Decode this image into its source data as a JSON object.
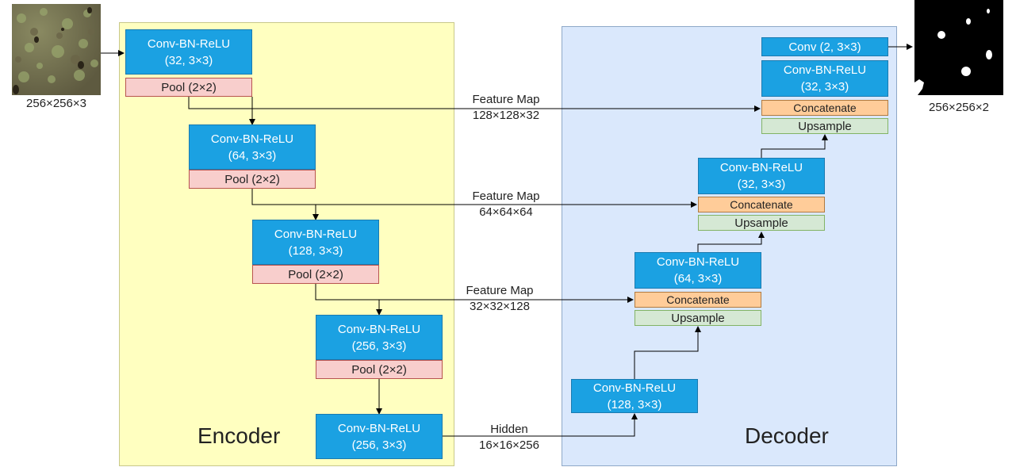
{
  "encoder": {
    "title": "Encoder",
    "blocks": [
      {
        "line1": "Conv-BN-ReLU",
        "line2": "(32, 3×3)",
        "pool": "Pool (2×2)"
      },
      {
        "line1": "Conv-BN-ReLU",
        "line2": "(64, 3×3)",
        "pool": "Pool (2×2)"
      },
      {
        "line1": "Conv-BN-ReLU",
        "line2": "(128, 3×3)",
        "pool": "Pool (2×2)"
      },
      {
        "line1": "Conv-BN-ReLU",
        "line2": "(256, 3×3)",
        "pool": "Pool (2×2)"
      },
      {
        "line1": "Conv-BN-ReLU",
        "line2": "(256, 3×3)"
      }
    ]
  },
  "decoder": {
    "title": "Decoder",
    "bottom": {
      "line1": "Conv-BN-ReLU",
      "line2": "(128, 3×3)"
    },
    "stages": [
      {
        "line1": "Conv-BN-ReLU",
        "line2": "(64, 3×3)",
        "concat": "Concatenate",
        "upsample": "Upsample"
      },
      {
        "line1": "Conv-BN-ReLU",
        "line2": "(32, 3×3)",
        "concat": "Concatenate",
        "upsample": "Upsample"
      },
      {
        "line1": "Conv-BN-ReLU",
        "line2": "(32, 3×3)",
        "concat": "Concatenate",
        "upsample": "Upsample"
      }
    ],
    "final_conv": "Conv (2, 3×3)"
  },
  "skips": [
    {
      "line1": "Feature Map",
      "line2": "128×128×32"
    },
    {
      "line1": "Feature Map",
      "line2": "64×64×64"
    },
    {
      "line1": "Feature Map",
      "line2": "32×32×128"
    }
  ],
  "hidden": {
    "line1": "Hidden",
    "line2": "16×16×256"
  },
  "input": {
    "label": "256×256×3"
  },
  "output": {
    "label": "256×256×2"
  },
  "colors": {
    "conv": "#1ba1e2",
    "pool": "#f8cecc",
    "concat": "#ffcc99",
    "upsample": "#d5e8d4",
    "encoder_bg": "#ffffc0",
    "decoder_bg": "#dae8fc"
  }
}
